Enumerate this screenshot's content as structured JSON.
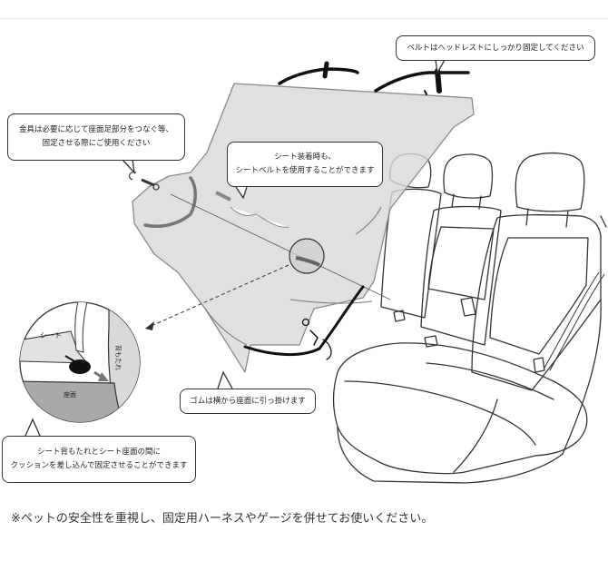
{
  "callouts": {
    "belt_headrest": "ベルトはヘッドレストにしっかり固定してください",
    "hardware_line1": "金具は必要に応じて座面足部分をつなぐ等、",
    "hardware_line2": "固定させる際にご使用ください",
    "seatbelt_line1": "シート装着時も、",
    "seatbelt_line2": "シートベルトを使用することができます",
    "rubber": "ゴムは横から座面に引っ掛けます",
    "cushion_line1": "シート背もたれとシート座面の間に",
    "cushion_line2": "クッションを差し込んで固定させることができます"
  },
  "zoom_labels": {
    "sheet": "シート",
    "backrest": "背もたれ",
    "seat": "座面"
  },
  "note": "※ペットの安全性を重視し、固定用ハーネスやゲージを併せてお使いください。",
  "colors": {
    "cover": "#d9d9d9",
    "cover_edge": "#8a8a8a",
    "line": "#333333",
    "strap": "#111111"
  }
}
